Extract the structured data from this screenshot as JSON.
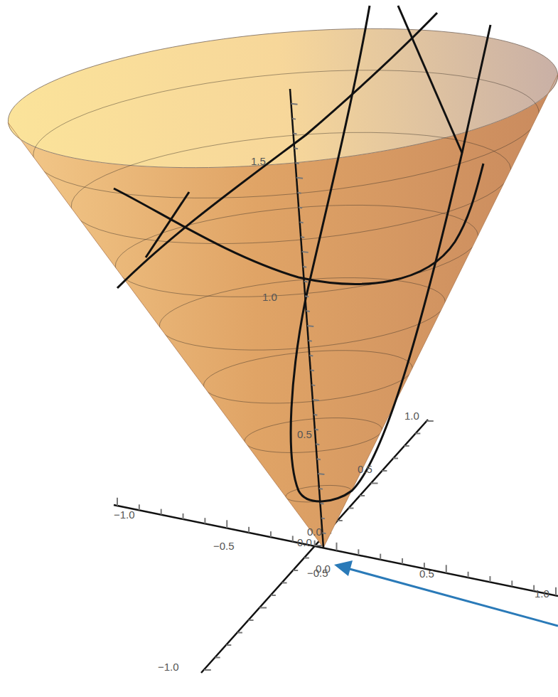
{
  "diagram": {
    "labels": [
      "1.5",
      "1.0",
      "0.5",
      "1.0",
      "0.5",
      "0.0",
      "0.0",
      "−1.0",
      "−0.5",
      "0.0",
      "0.5",
      "1.0",
      "−0.5",
      "−1.0"
    ]
  }
}
